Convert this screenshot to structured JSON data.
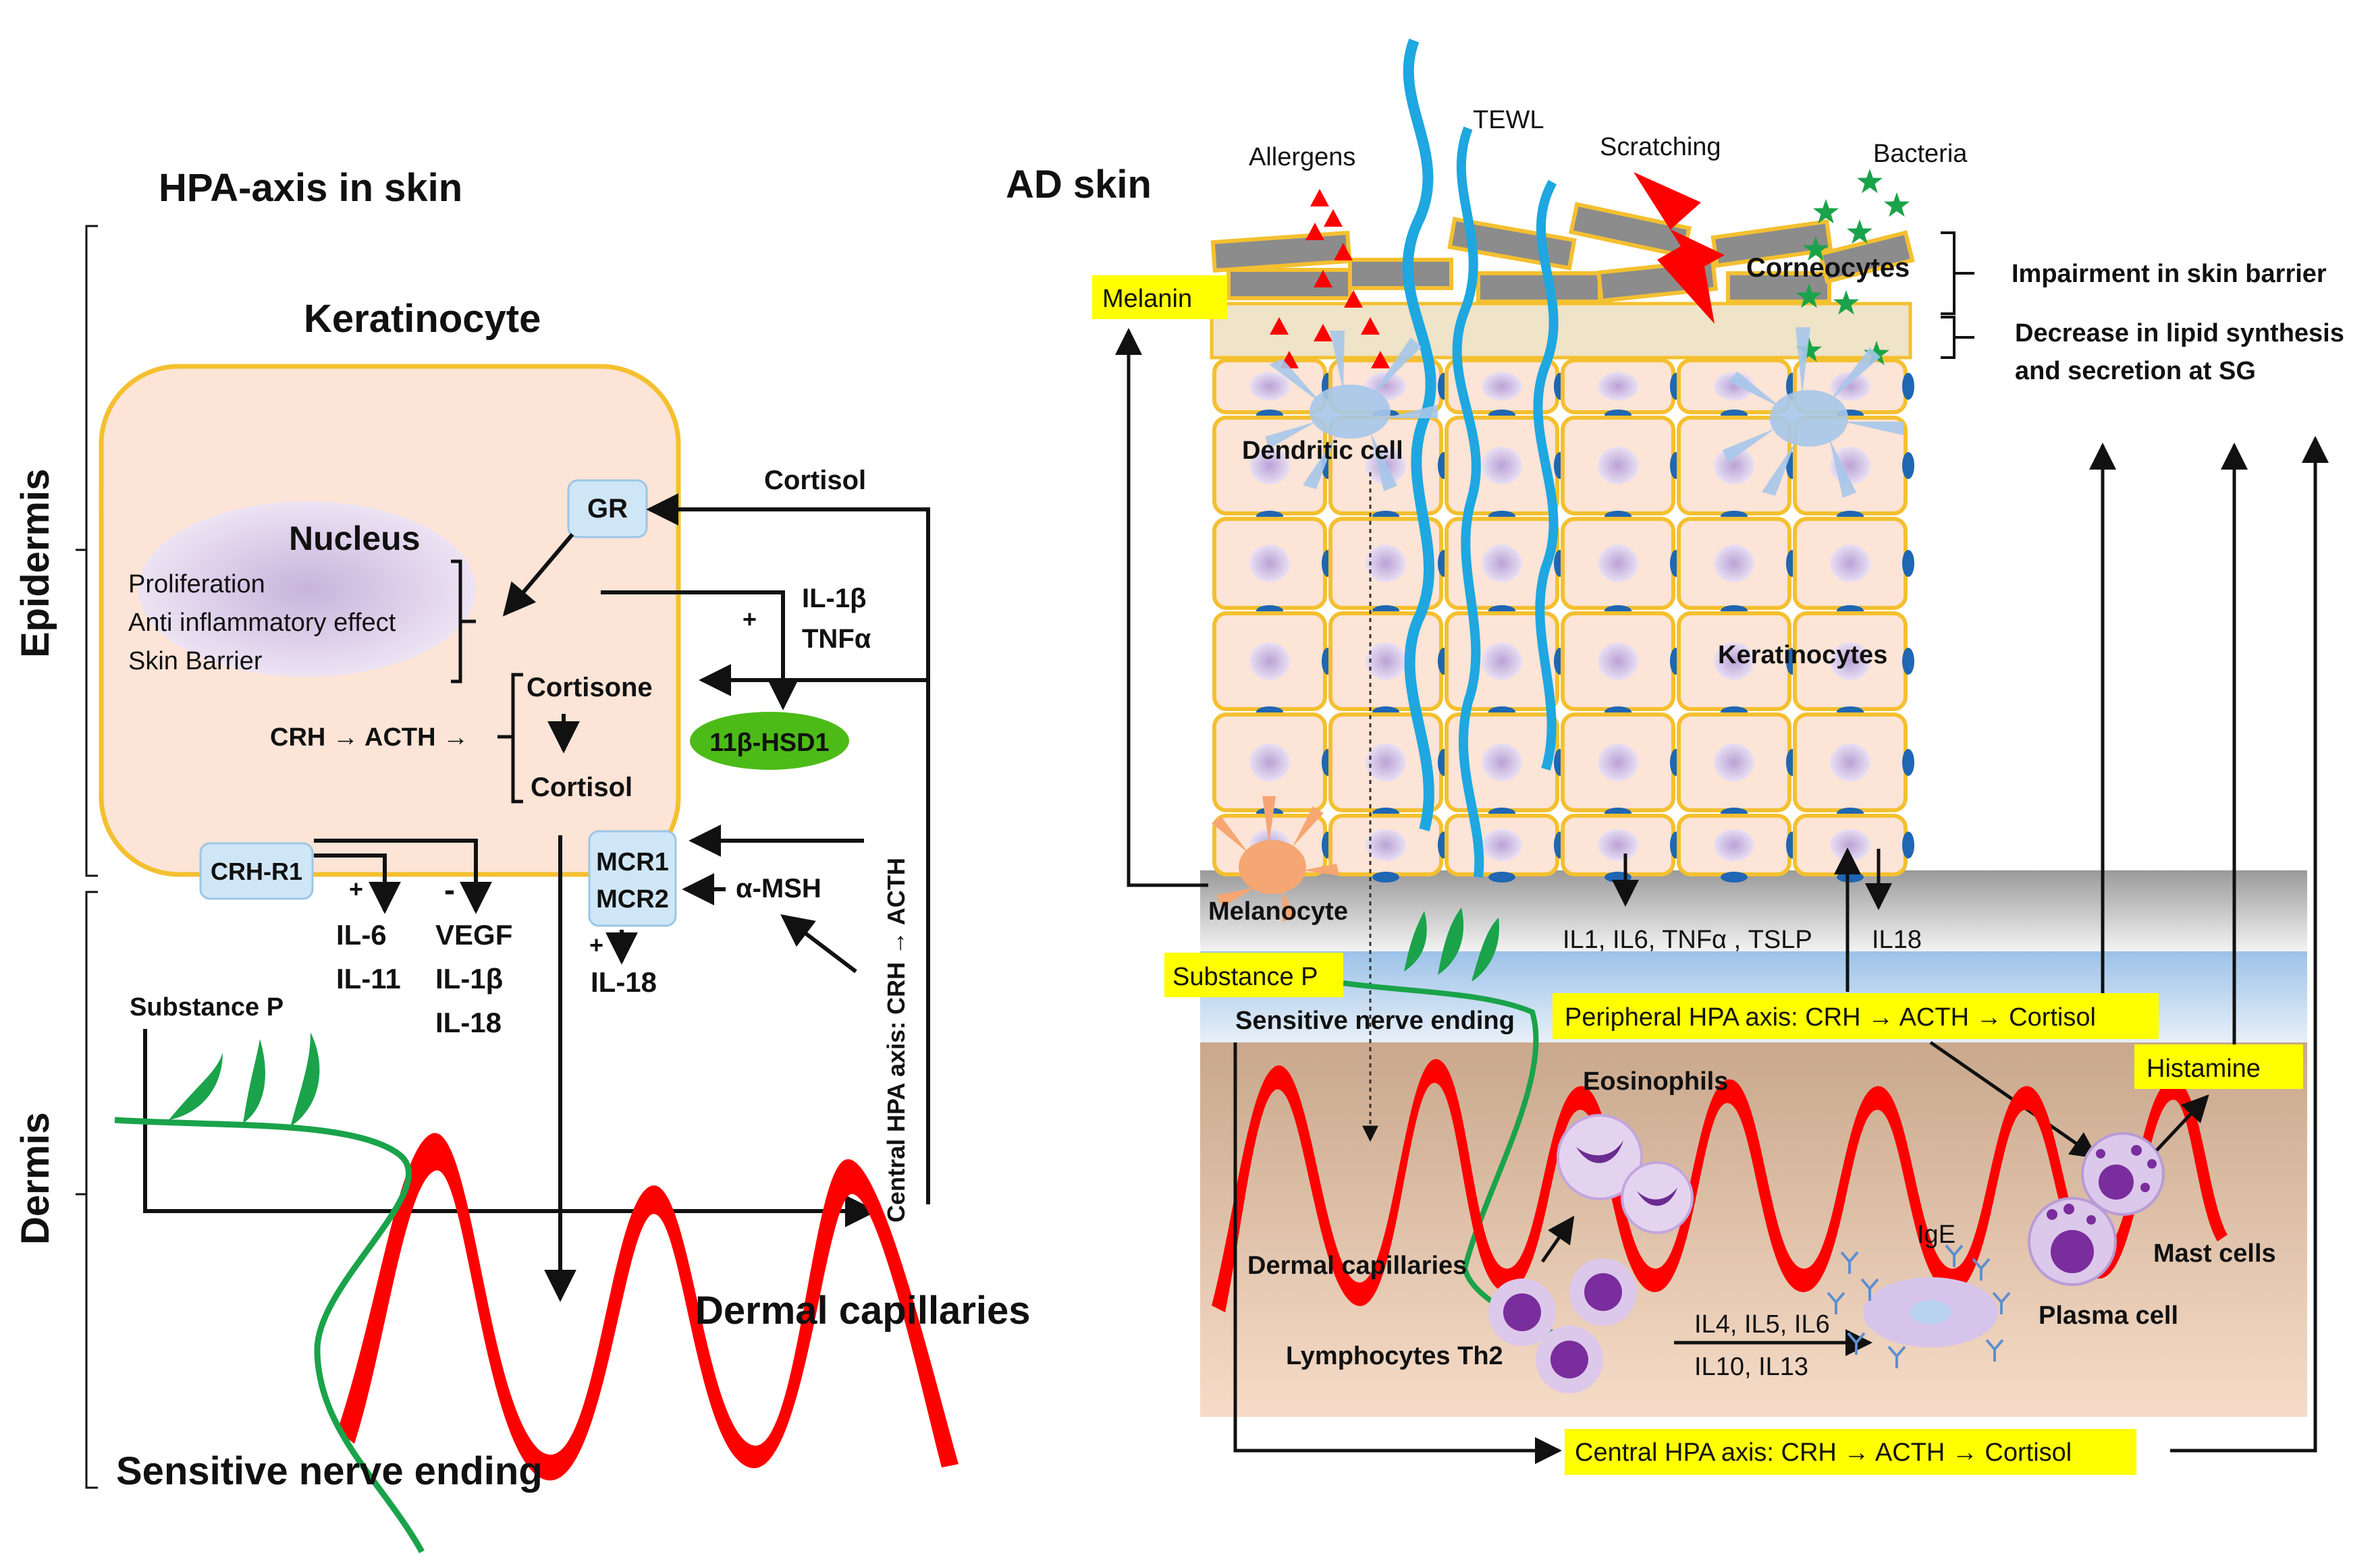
{
  "left_panel": {
    "title": "HPA-axis in skin",
    "epidermis_label": "Epidermis",
    "dermis_label": "Dermis",
    "keratinocyte_label": "Keratinocyte",
    "nucleus_label": "Nucleus",
    "nucleus_effects": [
      "Proliferation",
      "Anti inflammatory effect",
      "Skin Barrier"
    ],
    "gr_label": "GR",
    "cortisol_top": "Cortisol",
    "plus_il1": "+",
    "il1b": "IL-1β",
    "tnfa": "TNFα",
    "cortisone": "Cortisone",
    "cortisol_inner": "Cortisol",
    "crh_acth": "CRH → ACTH →",
    "hsd_label": "11β-HSD1",
    "crhr1_label": "CRH-R1",
    "plus_il6": "+",
    "minus_vegf": "-",
    "il6": "IL-6",
    "il11": "IL-11",
    "vegf": "VEGF",
    "il1b_2": "IL-1β",
    "il18_a": "IL-18",
    "mcr1": "MCR1",
    "mcr2": "MCR2",
    "amsh": "α-MSH",
    "plus_il18": "+",
    "il18_b": "IL-18",
    "central_hpa": "Central HPA axis: CRH → ACTH",
    "substance_p": "Substance P",
    "dermal_capillaries": "Dermal capillaries",
    "sensitive_nerve": "Sensitive nerve ending"
  },
  "right_panel": {
    "title": "AD skin",
    "allergens": "Allergens",
    "tewl": "TEWL",
    "scratching": "Scratching",
    "bacteria": "Bacteria",
    "melanin": "Melanin",
    "corneocytes": "Corneocytes",
    "impairment": "Impairment in skin barrier",
    "lipid_line1": "Decrease in lipid synthesis",
    "lipid_line2": "and secretion at SG",
    "dendritic_cell": "Dendritic cell",
    "keratinocytes": "Keratinocytes",
    "melanocyte": "Melanocyte",
    "cytokines": "IL1, IL6, TNFα , TSLP",
    "il18": "IL18",
    "substance_p": "Substance P",
    "sensitive_nerve": "Sensitive nerve ending",
    "peripheral_hpa": "Peripheral HPA axis: CRH → ACTH → Cortisol",
    "histamine": "Histamine",
    "eosinophils": "Eosinophils",
    "dermal_capillaries": "Dermal capillaries",
    "ige": "IgE",
    "mast_cells": "Mast cells",
    "plasma_cell": "Plasma cell",
    "lymphocytes": "Lymphocytes Th2",
    "il_line1": "IL4, IL5, IL6",
    "il_line2": "IL10, IL13",
    "central_hpa": "Central HPA axis: CRH → ACTH → Cortisol"
  },
  "colors": {
    "highlight_yellow": "#ffff00",
    "capillary_red": "#ff0000",
    "nerve_green": "#1aa34a",
    "hsd_green": "#4cbb17",
    "receptor_blue": "#cfe6f7",
    "cell_fill": "#fce4d6",
    "cell_border": "#f4c030",
    "nucleus_lilac": "#d9c8e8",
    "tewl_blue": "#1ea7e0"
  }
}
